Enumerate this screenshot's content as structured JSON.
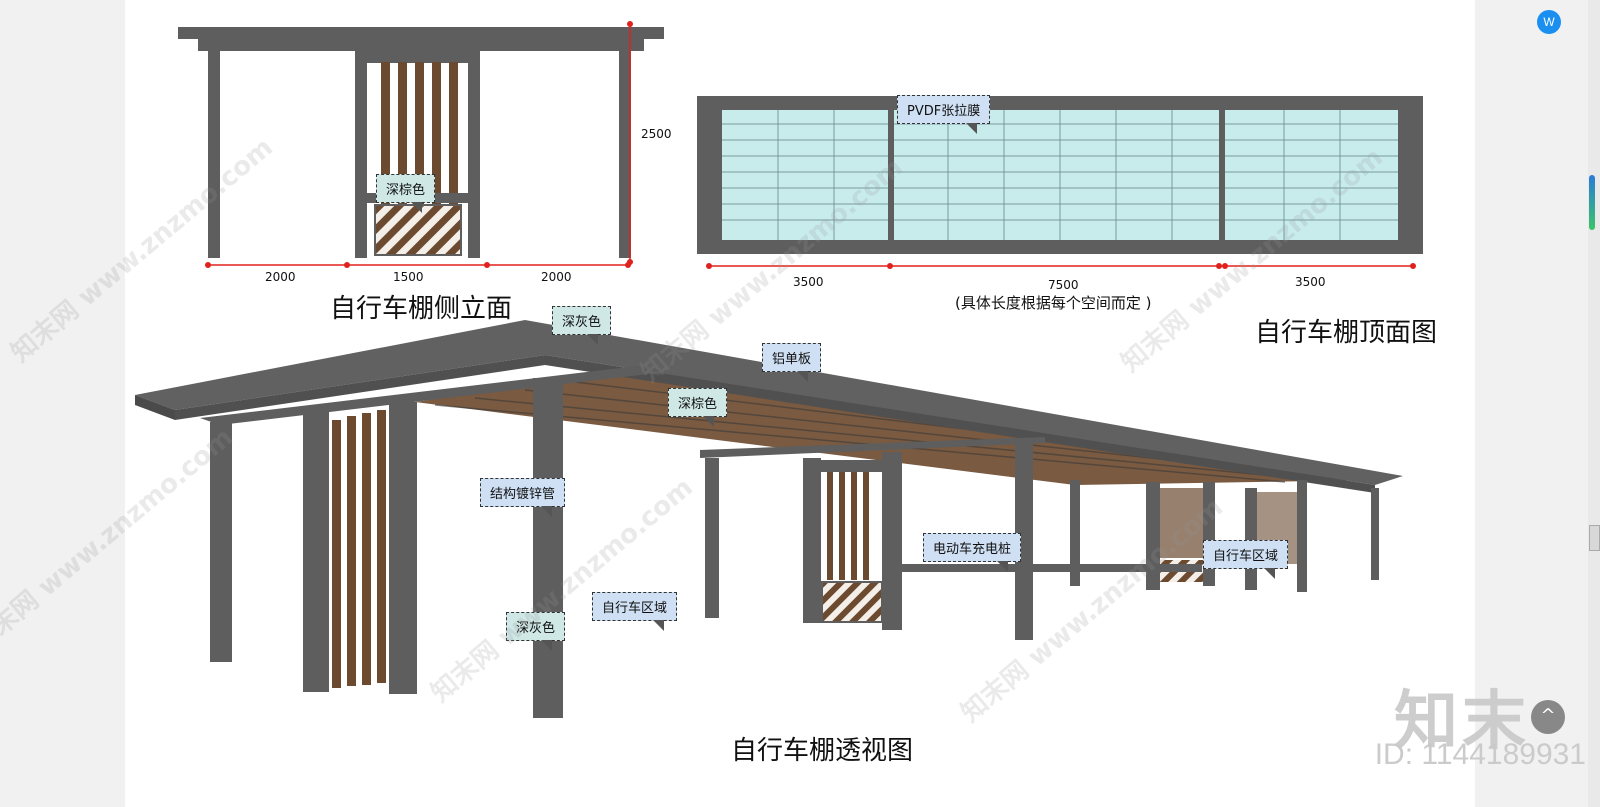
{
  "side_elevation": {
    "title": "自行车棚侧立面",
    "height_dim": "2500",
    "widths": [
      "2000",
      "1500",
      "2000"
    ],
    "callout": "深棕色"
  },
  "top_view": {
    "title": "自行车棚顶面图",
    "widths": [
      "3500",
      "7500",
      "3500"
    ],
    "note": "(具体长度根据每个空间而定 )",
    "callout": "PVDF张拉膜"
  },
  "perspective": {
    "title": "自行车棚透视图",
    "callouts": {
      "roof_color": "深灰色",
      "aluminum": "铝单板",
      "wood_color": "深棕色",
      "structure": "结构镀锌管",
      "column_color": "深灰色",
      "bike_area_1": "自行车区域",
      "charging": "电动车充电桩",
      "bike_area_2": "自行车区域"
    }
  },
  "watermarks": {
    "site": "知末网 www.znzmo.com"
  },
  "branding": {
    "logo": "知末",
    "id": "ID: 1144189931"
  },
  "ui": {
    "app_icon": "W",
    "scroll_top": "^"
  },
  "colors": {
    "frame": "#5e5e5e",
    "wood": "#6b4a30",
    "glass": "#c8ecec",
    "dim_red": "#e0221f"
  }
}
